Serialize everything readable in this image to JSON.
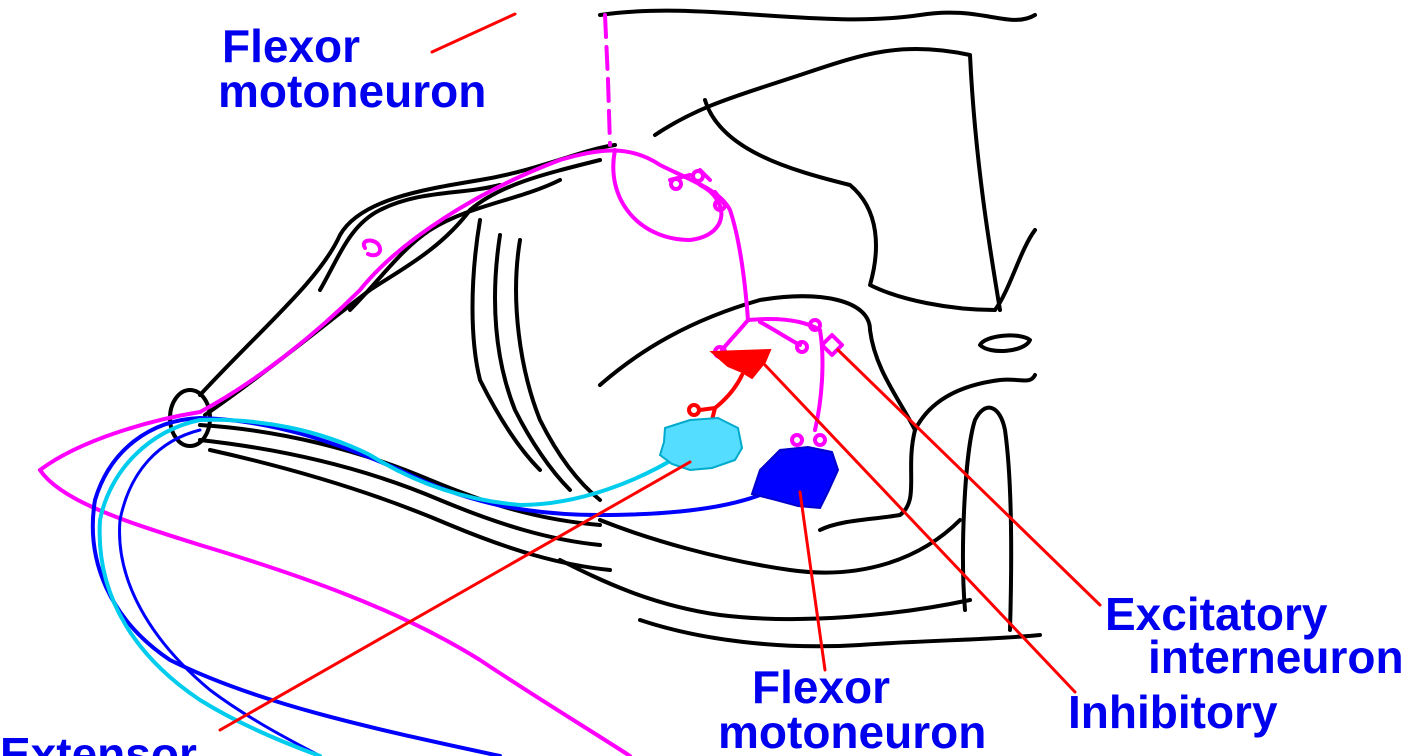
{
  "labels": {
    "flexor_top_line1": "Flexor",
    "flexor_top_line2": "motoneuron",
    "excitatory_line1": "Excitatory",
    "excitatory_line2": "interneuron",
    "flexor_bottom_line1": "Flexor",
    "flexor_bottom_line2": "motoneuron",
    "inhibitory_line1": "Inhibitory",
    "extensor_line1": "Extensor"
  },
  "colors": {
    "outline": "#000000",
    "sensory_afferent": "#ff00ff",
    "leader_line": "#ff0000",
    "inhibitory_cell": "#ff0000",
    "flexor_cell": "#0000ff",
    "extensor_cell": "#55ddff",
    "label_text": "#0000ee",
    "extensor_axon": "#00ccee"
  }
}
